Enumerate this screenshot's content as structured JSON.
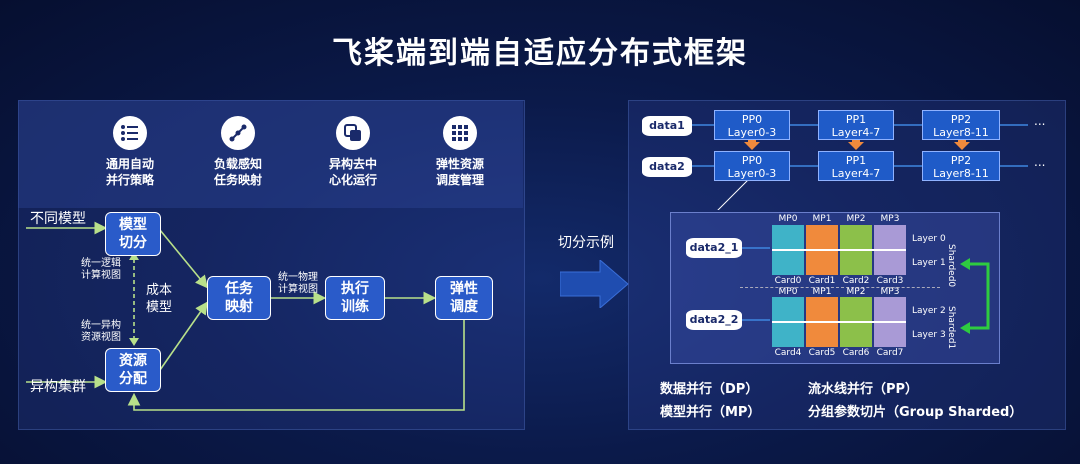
{
  "title": "飞桨端到端自适应分布式框架",
  "features": [
    {
      "line1": "通用自动",
      "line2": "并行策略",
      "icon": "strategy-icon"
    },
    {
      "line1": "负载感知",
      "line2": "任务映射",
      "icon": "mapping-icon"
    },
    {
      "line1": "异构去中",
      "line2": "心化运行",
      "icon": "decentral-icon"
    },
    {
      "line1": "弹性资源",
      "line2": "调度管理",
      "icon": "grid-icon"
    }
  ],
  "flow": {
    "input_models": "不同模型",
    "input_clusters": "异构集群",
    "node_split": [
      "模型",
      "切分"
    ],
    "node_resource": [
      "资源",
      "分配"
    ],
    "node_task": [
      "任务",
      "映射"
    ],
    "node_exec": [
      "执行",
      "训练"
    ],
    "node_elastic": [
      "弹性",
      "调度"
    ],
    "cost_model": [
      "成本",
      "模型"
    ],
    "view_logic": [
      "统一逻辑",
      "计算视图"
    ],
    "view_resource": [
      "统一异构",
      "资源视图"
    ],
    "view_physical": [
      "统一物理",
      "计算视图"
    ]
  },
  "example_label": "切分示例",
  "pipeline": {
    "rows": [
      {
        "data": "data1",
        "stages": [
          [
            "PP0",
            "Layer0-3"
          ],
          [
            "PP1",
            "Layer4-7"
          ],
          [
            "PP2",
            "Layer8-11"
          ]
        ]
      },
      {
        "data": "data2",
        "stages": [
          [
            "PP0",
            "Layer0-3"
          ],
          [
            "PP1",
            "Layer4-7"
          ],
          [
            "PP2",
            "Layer8-11"
          ]
        ]
      }
    ],
    "ellipsis": "..."
  },
  "sharding": {
    "groups": [
      {
        "data": "data2_1",
        "mps": [
          "MP0",
          "MP1",
          "MP2",
          "MP3"
        ],
        "cards": [
          "Card0",
          "Card1",
          "Card2",
          "Card3"
        ],
        "layers": [
          "Layer 0",
          "Layer 1"
        ],
        "shard": "Sharded0"
      },
      {
        "data": "data2_2",
        "mps": [
          "MP0",
          "MP1",
          "MP2",
          "MP3"
        ],
        "cards": [
          "Card4",
          "Card5",
          "Card6",
          "Card7"
        ],
        "layers": [
          "Layer 2",
          "Layer 3"
        ],
        "shard": "Sharded1"
      }
    ],
    "colors": [
      "#3fb3c8",
      "#f08a3c",
      "#8cc04a",
      "#a99ad6"
    ]
  },
  "legend": {
    "dp": "数据并行（DP）",
    "pp": "流水线并行（PP）",
    "mp": "模型并行（MP）",
    "sharded": "分组参数切片（Group Sharded）"
  }
}
